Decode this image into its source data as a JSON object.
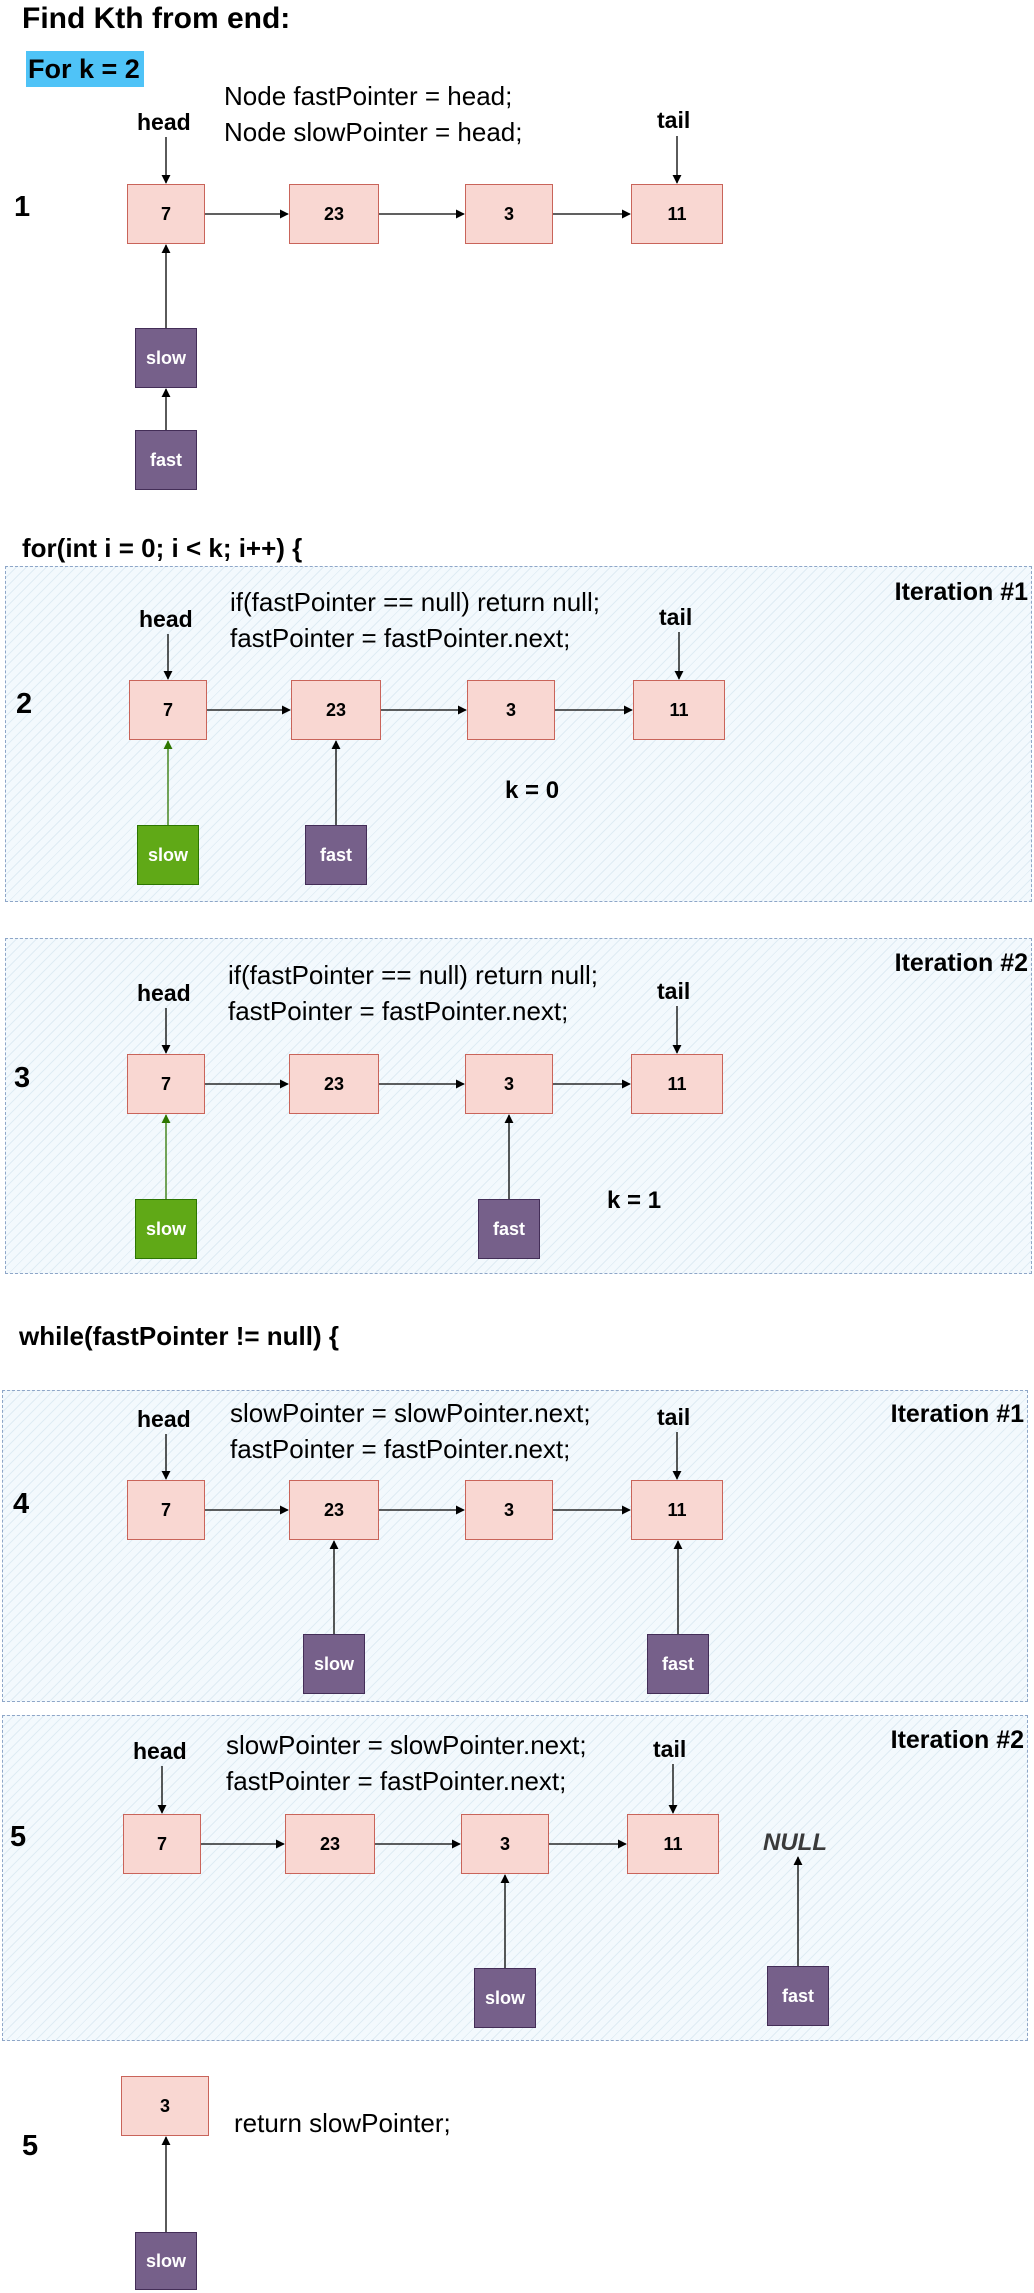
{
  "title": "Find Kth from end:",
  "k_label": "For k = 2",
  "labels": {
    "head": "head",
    "tail": "tail",
    "slow": "slow",
    "fast": "fast",
    "null": "NULL"
  },
  "section1": {
    "step": "1",
    "code_line1": "Node fastPointer = head;",
    "code_line2": "Node slowPointer = head;"
  },
  "for_loop": "for(int i = 0; i < k; i++) {",
  "section2": {
    "step": "2",
    "iteration": "Iteration #1",
    "code_line1": "if(fastPointer == null) return null;",
    "code_line2": "fastPointer = fastPointer.next;",
    "k_state": "k = 0"
  },
  "section3": {
    "step": "3",
    "iteration": "Iteration #2",
    "code_line1": "if(fastPointer == null) return null;",
    "code_line2": "fastPointer = fastPointer.next;",
    "k_state": "k = 1"
  },
  "while_loop": "while(fastPointer != null) {",
  "section4": {
    "step": "4",
    "iteration": "Iteration #1",
    "code_line1": "slowPointer = slowPointer.next;",
    "code_line2": "fastPointer = fastPointer.next;"
  },
  "section5": {
    "step": "5",
    "iteration": "Iteration #2",
    "code_line1": "slowPointer = slowPointer.next;",
    "code_line2": "fastPointer = fastPointer.next;"
  },
  "result": {
    "step": "5",
    "node": "3",
    "code": "return slowPointer;"
  },
  "list_nodes": [
    "7",
    "23",
    "3",
    "11"
  ],
  "colors": {
    "node_fill": "#f9d7d2",
    "node_border": "#c9645a",
    "pointer_purple": "#76608a",
    "pointer_green": "#60a917",
    "highlight": "#4fc3f7"
  }
}
